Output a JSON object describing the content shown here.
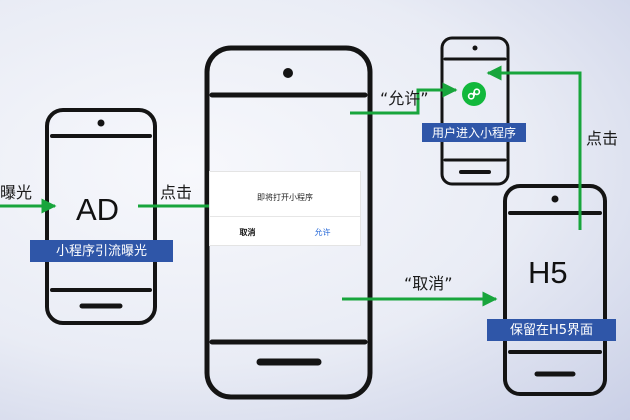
{
  "labels": {
    "exposure_left": "曝光",
    "click_ad": "点击",
    "allow_quote": "“允许”",
    "click_right": "点击",
    "cancel_quote": "“取消”"
  },
  "screens": {
    "ad_text": "AD",
    "h5_text": "H5"
  },
  "boxes": {
    "mini_program_exposure": "小程序引流曝光",
    "enter_mini_program": "用户进入小程序",
    "stay_h5": "保留在H5界面"
  },
  "dialog": {
    "title": "即将打开小程序",
    "cancel": "取消",
    "allow": "允许"
  },
  "colors": {
    "arrow": "#18a53c",
    "box": "#2f56a8",
    "outline": "#141414",
    "mini_icon": "#12b83c"
  },
  "icons": {
    "mini_program": "mini-program-icon"
  }
}
